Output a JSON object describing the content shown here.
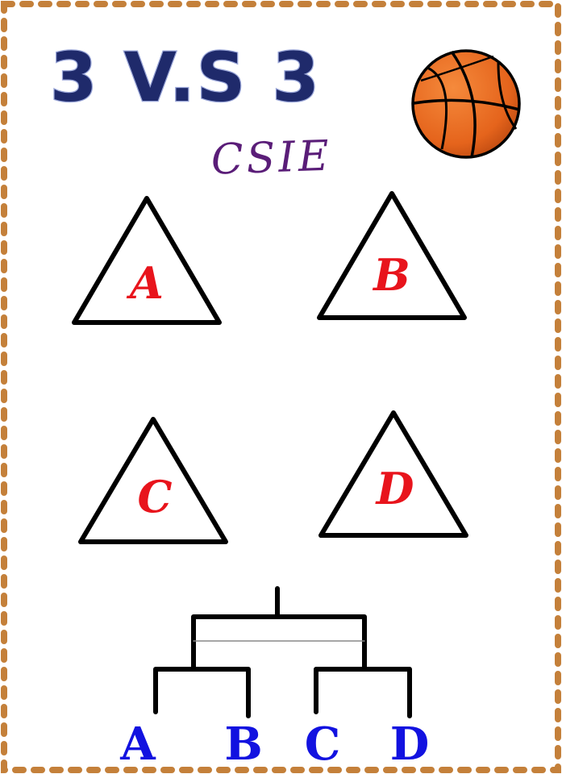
{
  "poster": {
    "title": "3 V.S 3",
    "subtitle": "CSIE",
    "basketball_icon": "basketball-icon"
  },
  "groups": [
    {
      "label": "A"
    },
    {
      "label": "B"
    },
    {
      "label": "C"
    },
    {
      "label": "D"
    }
  ],
  "bracket": {
    "slots": [
      "A",
      "B",
      "C",
      "D"
    ]
  },
  "colors": {
    "border_dash": "#c4803a",
    "title_fill": "#1f2a6b",
    "subtitle": "#5a1d78",
    "team_letter": "#e8141c",
    "bracket_letter": "#1212e0",
    "ball_orange": "#e8671f",
    "ink": "#000000"
  }
}
